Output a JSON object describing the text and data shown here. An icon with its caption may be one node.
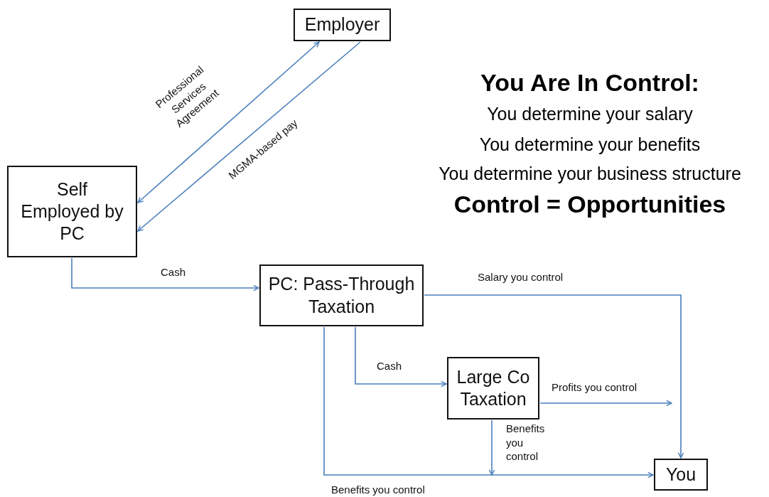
{
  "diagram": {
    "nodes": [
      {
        "text": [
          "Employer"
        ]
      },
      {
        "text": [
          "Self Employed by PC"
        ]
      },
      {
        "text": [
          "PC: Pass-Through Taxation"
        ]
      },
      {
        "text": [
          "Large Co Taxation"
        ]
      },
      {
        "text": [
          "You"
        ]
      }
    ],
    "edges": [
      {
        "from": 0,
        "to": 1,
        "arrow": "to",
        "label": "MGMA-based pay"
      },
      {
        "from": 1,
        "to": 0,
        "arrow": "both",
        "label": "Professional Services Agreement"
      },
      {
        "from": 1,
        "to": 2,
        "arrow": "to",
        "label": "Cash"
      },
      {
        "from": 2,
        "to": 4,
        "arrow": "to",
        "label": "Salary you control"
      },
      {
        "from": 2,
        "to": 3,
        "arrow": "to",
        "label": "Cash"
      },
      {
        "from": 3,
        "to": null,
        "arrow": "to",
        "label": "Profits you control"
      },
      {
        "from": 3,
        "to": null,
        "arrow": "to",
        "label": "Benefits you control"
      },
      {
        "from": 2,
        "to": 4,
        "arrow": "to",
        "label": "Benefits you control"
      }
    ],
    "labels": [
      "You Are In Control:",
      "You determine your salary",
      "You determine your benefits",
      "You determine your business structure",
      "Control = Opportunities"
    ]
  }
}
